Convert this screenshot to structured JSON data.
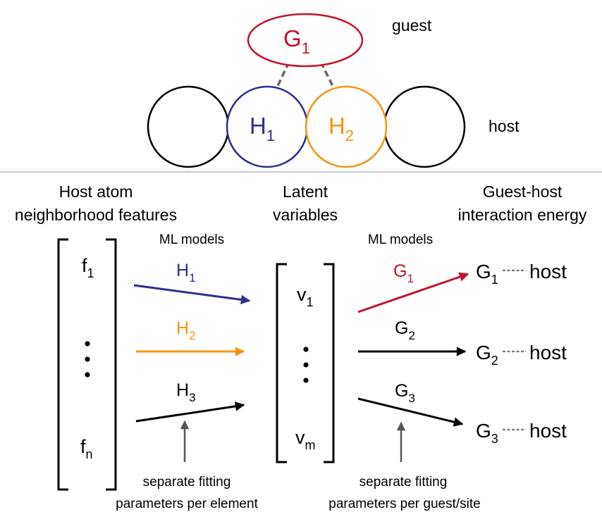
{
  "colors": {
    "guest": "#c8102e",
    "h1": "#2e2e8f",
    "h2": "#f5960f",
    "black": "#000000",
    "gray": "#555555",
    "divider": "#bbbbbb"
  },
  "top": {
    "guest_letter": "G",
    "guest_sub": "1",
    "guest_label": "guest",
    "host_label": "host",
    "h1_letter": "H",
    "h1_sub": "1",
    "h2_letter": "H",
    "h2_sub": "2"
  },
  "columns": {
    "left_title_line1": "Host atom",
    "left_title_line2": "neighborhood features",
    "mid_title_line1": "Latent",
    "mid_title_line2": "variables",
    "right_title_line1": "Guest-host",
    "right_title_line2": "interaction energy"
  },
  "ml_models_left": "ML models",
  "ml_models_right": "ML models",
  "features": {
    "f_letter": "f",
    "first_sub": "1",
    "last_sub": "n"
  },
  "latent": {
    "v_letter": "v",
    "first_sub": "1",
    "last_sub": "m"
  },
  "host_models": [
    {
      "letter": "H",
      "sub": "1"
    },
    {
      "letter": "H",
      "sub": "2"
    },
    {
      "letter": "H",
      "sub": "3"
    }
  ],
  "guest_models": [
    {
      "letter": "G",
      "sub": "1"
    },
    {
      "letter": "G",
      "sub": "2"
    },
    {
      "letter": "G",
      "sub": "3"
    }
  ],
  "outputs": [
    {
      "letter": "G",
      "sub": "1",
      "host": "host"
    },
    {
      "letter": "G",
      "sub": "2",
      "host": "host"
    },
    {
      "letter": "G",
      "sub": "3",
      "host": "host"
    }
  ],
  "notes": {
    "left_line1": "separate fitting",
    "left_line2": "parameters per element",
    "right_line1": "separate fitting",
    "right_line2": "parameters per guest/site"
  }
}
